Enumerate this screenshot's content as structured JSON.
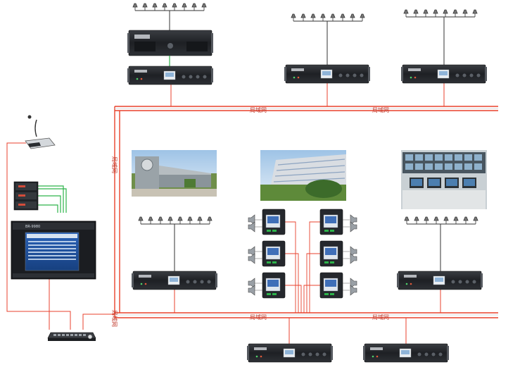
{
  "network": {
    "label": "局域网",
    "line_color": "#e8412c",
    "wire_color": "#2db34a"
  },
  "controller": {
    "panel_title": "BR-9980"
  },
  "photos": [
    {
      "name": "campus-gate-photo"
    },
    {
      "name": "school-building-photo"
    },
    {
      "name": "control-room-photo"
    }
  ]
}
